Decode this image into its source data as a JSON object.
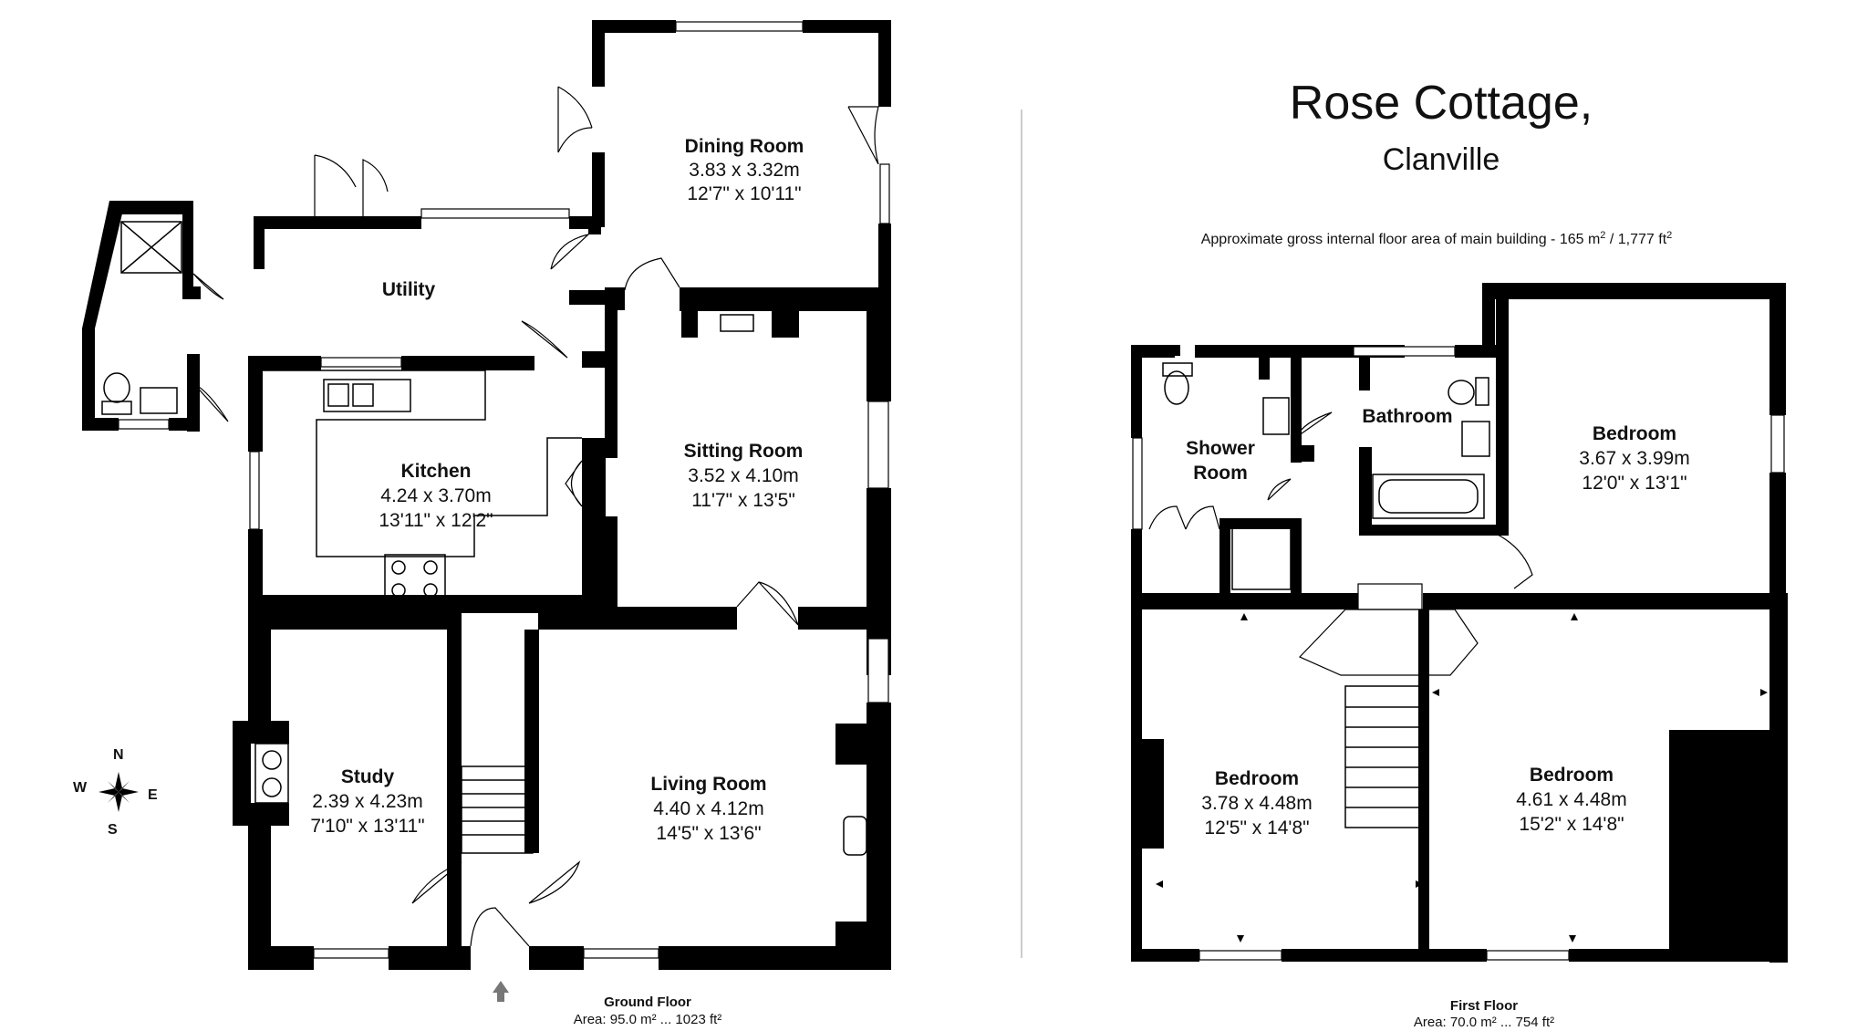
{
  "title": "Rose Cottage,",
  "subtitle": "Clanville",
  "gross_area": {
    "prefix": "Approximate gross internal floor area of main building  -  165 m",
    "sup1": "2",
    "middle": " /  1,777 ft",
    "sup2": "2"
  },
  "ground_floor": {
    "label": "Ground Floor",
    "area": "Area: 95.0 m² ... 1023 ft²",
    "rooms": [
      {
        "id": "dining",
        "name": "Dining Room",
        "metric": "3.83 x 3.32m",
        "imperial": "12'7\" x 10'11\""
      },
      {
        "id": "utility",
        "name": "Utility"
      },
      {
        "id": "kitchen",
        "name": "Kitchen",
        "metric": "4.24 x 3.70m",
        "imperial": "13'11\" x 12'2\""
      },
      {
        "id": "sitting",
        "name": "Sitting Room",
        "metric": "3.52 x 4.10m",
        "imperial": "11'7\" x 13'5\""
      },
      {
        "id": "study",
        "name": "Study",
        "metric": "2.39 x 4.23m",
        "imperial": "7'10\" x 13'11\""
      },
      {
        "id": "living",
        "name": "Living Room",
        "metric": "4.40 x 4.12m",
        "imperial": "14'5\" x 13'6\""
      }
    ]
  },
  "first_floor": {
    "label": "First Floor",
    "area": "Area: 70.0 m² ... 754 ft²",
    "rooms": [
      {
        "id": "shower",
        "name_line1": "Shower",
        "name_line2": "Room"
      },
      {
        "id": "bathroom",
        "name": "Bathroom"
      },
      {
        "id": "bedroom_ne",
        "name": "Bedroom",
        "metric": "3.67 x 3.99m",
        "imperial": "12'0\" x 13'1\""
      },
      {
        "id": "bedroom_sw",
        "name": "Bedroom",
        "metric": "3.78 x 4.48m",
        "imperial": "12'5\" x 14'8\""
      },
      {
        "id": "bedroom_se",
        "name": "Bedroom",
        "metric": "4.61 x 4.48m",
        "imperial": "15'2\" x 14'8\""
      }
    ]
  },
  "compass": {
    "n": "N",
    "s": "S",
    "e": "E",
    "w": "W"
  }
}
